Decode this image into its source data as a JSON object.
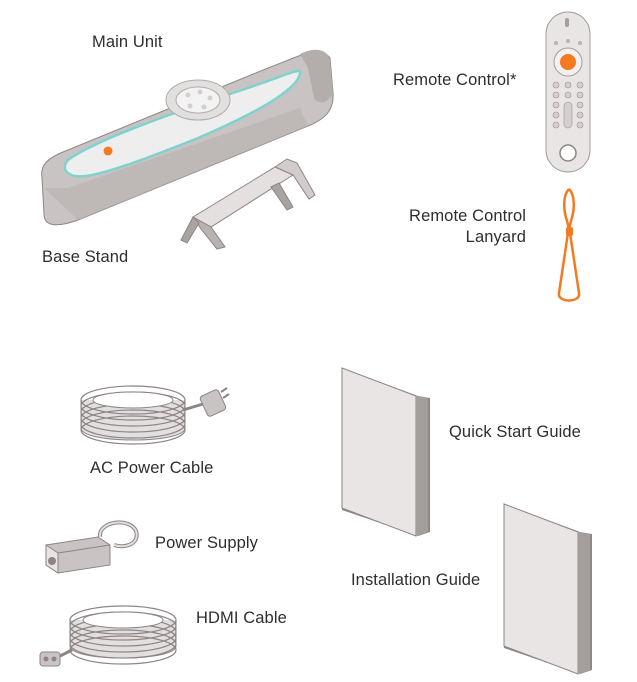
{
  "items": {
    "main_unit": {
      "label": "Main Unit"
    },
    "base_stand": {
      "label": "Base Stand"
    },
    "remote_control": {
      "label": "Remote Control*"
    },
    "lanyard": {
      "label_line1": "Remote Control",
      "label_line2": "Lanyard"
    },
    "ac_power_cable": {
      "label": "AC Power Cable"
    },
    "quick_start_guide": {
      "label": "Quick Start Guide"
    },
    "power_supply": {
      "label": "Power Supply"
    },
    "installation_guide": {
      "label": "Installation Guide"
    },
    "hdmi_cable": {
      "label": "HDMI Cable"
    }
  },
  "colors": {
    "accent": "#f47a20",
    "teal": "#7ed3cf",
    "body_grey": "#c9c4c3",
    "light_grey": "#efeeee",
    "outline": "#8d8584"
  }
}
